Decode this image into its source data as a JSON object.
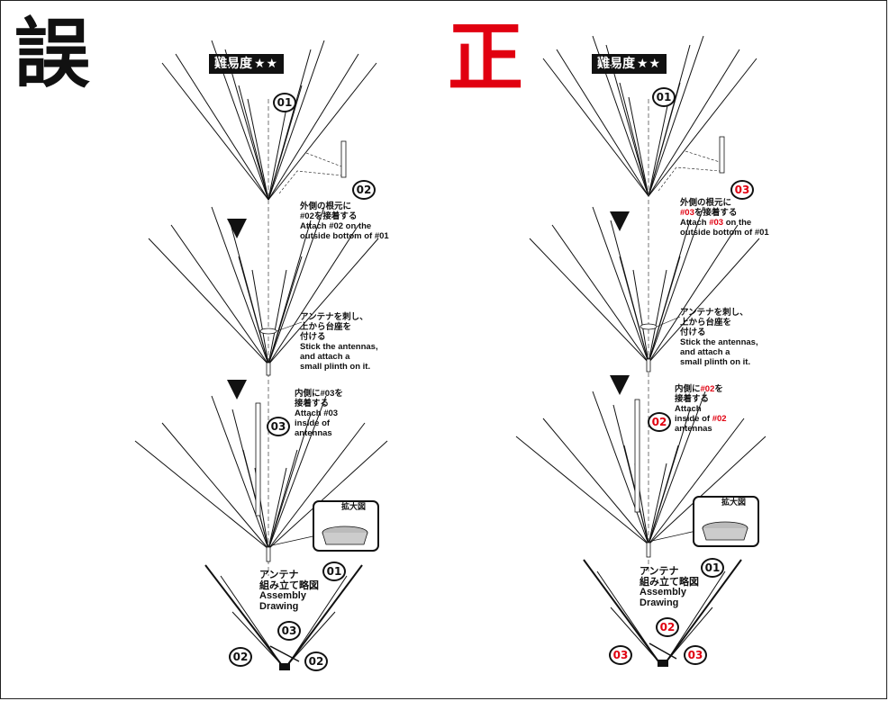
{
  "panels": {
    "wrong": {
      "mark": "誤",
      "difficulty": {
        "label": "難易度",
        "stars": "★★"
      },
      "step1": {
        "part_number": "01",
        "attach_number": "02",
        "note_ja_1": "外側の根元に",
        "note_ja_2": "#02を接着する",
        "note_en_1": "Attach #02 on the",
        "note_en_2": "outside bottom of #01"
      },
      "step2": {
        "note_ja_1": "アンテナを刺し、",
        "note_ja_2": "上から台座を",
        "note_ja_3": "付ける",
        "note_en_1": "Stick the antennas,",
        "note_en_2": "and attach a",
        "note_en_3": "small plinth on it."
      },
      "step3": {
        "part_number": "03",
        "note_ja_1": "内側に#03を",
        "note_ja_2": "接着する",
        "note_en_1": "Attach #03",
        "note_en_2": "inside of",
        "note_en_3": "antennas",
        "zoom_label": "拡大図"
      },
      "assembly": {
        "title_ja_1": "アンテナ",
        "title_ja_2": "組み立て略図",
        "title_en_1": "Assembly",
        "title_en_2": "Drawing",
        "tag_top": "01",
        "tag_center": "03",
        "tag_left": "02",
        "tag_right": "02"
      }
    },
    "correct": {
      "mark": "正",
      "difficulty": {
        "label": "難易度",
        "stars": "★★"
      },
      "step1": {
        "part_number": "01",
        "attach_number": "03",
        "note_ja_1": "外側の根元に",
        "note_ja_2a": "#03",
        "note_ja_2b": "を接着する",
        "note_en_1a": "Attach ",
        "note_en_1b": "#03",
        "note_en_1c": " on the",
        "note_en_2": "outside bottom of #01"
      },
      "step2": {
        "note_ja_1": "アンテナを刺し、",
        "note_ja_2": "上から台座を",
        "note_ja_3": "付ける",
        "note_en_1": "Stick the antennas,",
        "note_en_2": "and attach a",
        "note_en_3": "small plinth on it."
      },
      "step3": {
        "part_number": "02",
        "note_ja_1a": "内側に",
        "note_ja_1b": "#02",
        "note_ja_1c": "を",
        "note_ja_2": "接着する",
        "note_en_1": "Attach",
        "note_en_2a": "inside of ",
        "note_en_2b": "#02",
        "note_en_3": "antennas",
        "zoom_label": "拡大図"
      },
      "assembly": {
        "title_ja_1": "アンテナ",
        "title_ja_2": "組み立て略図",
        "title_en_1": "Assembly",
        "title_en_2": "Drawing",
        "tag_top": "01",
        "tag_center": "02",
        "tag_left": "03",
        "tag_right": "03"
      }
    }
  },
  "colors": {
    "accent_red": "#e10010",
    "ink": "#111111"
  }
}
